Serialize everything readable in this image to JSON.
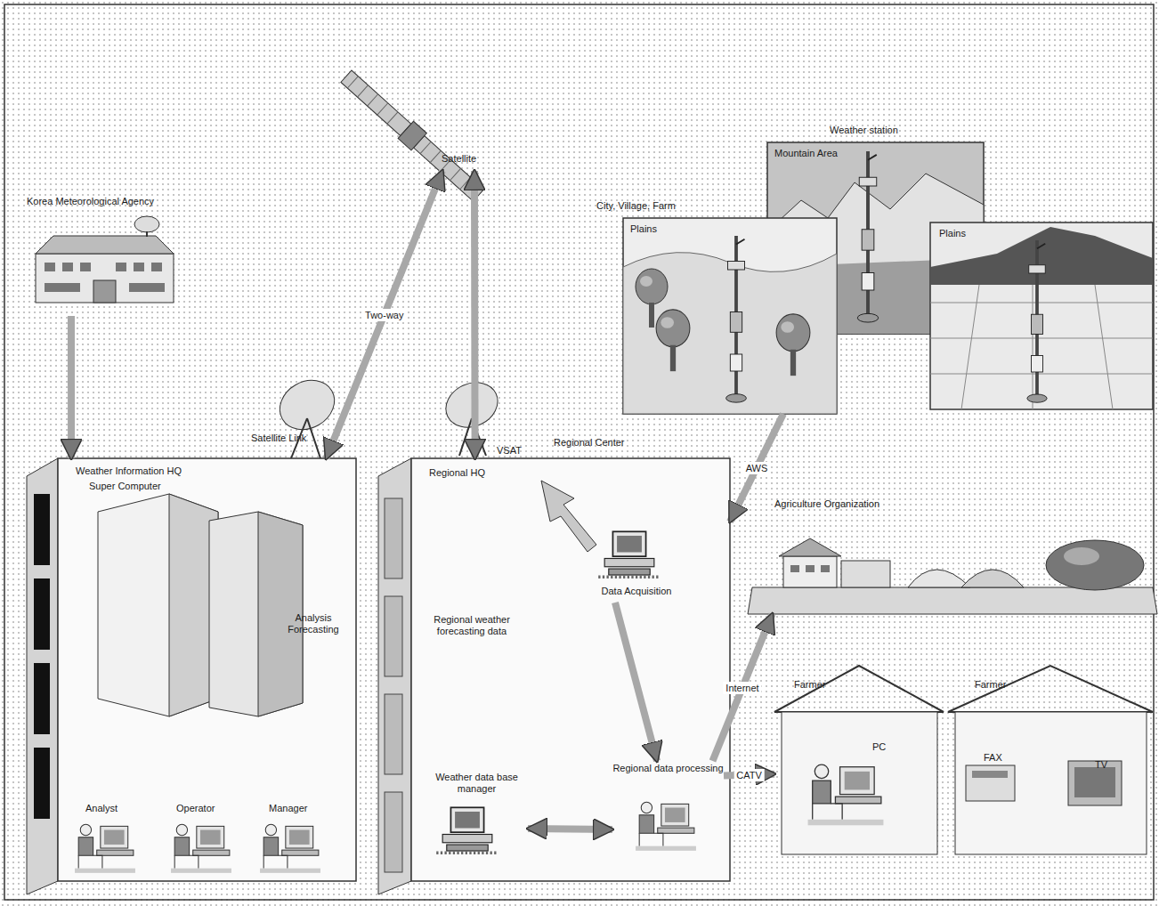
{
  "diagram": {
    "nodes": [
      {
        "text": [
          "Korea Meteorological Agency"
        ]
      },
      {
        "text": [
          "Satellite"
        ]
      },
      {
        "text": [
          "Weather Information HQ"
        ]
      },
      {
        "text": [
          "Regional Center",
          "Regional HQ"
        ]
      },
      {
        "text": [
          "Data Acquisition"
        ],
        "in": 3
      },
      {
        "text": [
          "Weather data base manager"
        ],
        "in": 3
      },
      {
        "text": [
          "Regional data processing"
        ],
        "in": 3
      },
      {
        "text": [
          "City, Village, Farm",
          "Plains"
        ]
      },
      {
        "text": [
          "Weather station",
          "Mountain Area"
        ]
      },
      {
        "text": [
          "Plains"
        ]
      },
      {
        "text": [
          "Agriculture Organization"
        ]
      },
      {
        "text": [
          "Farmer",
          "PC"
        ]
      },
      {
        "text": [
          "Farmer",
          "FAX",
          "TV"
        ]
      }
    ],
    "edges": [
      {
        "from": 0,
        "to": 2,
        "arrow": "to"
      },
      {
        "from": 2,
        "to": 1,
        "arrow": "both",
        "label": "Two-way"
      },
      {
        "from": 1,
        "to": 3,
        "arrow": "both"
      },
      {
        "from": 7,
        "to": 3,
        "arrow": "to",
        "label": "AWS"
      },
      {
        "from": 4,
        "to": 6,
        "arrow": "to"
      },
      {
        "from": 5,
        "to": 6,
        "arrow": "both"
      },
      {
        "from": 6,
        "to": 10,
        "arrow": "to",
        "label": "Internet"
      },
      {
        "from": 6,
        "to": 11,
        "arrow": "to",
        "label": "CATV"
      }
    ],
    "labels": [
      "Satellite Link",
      "VSAT",
      "Super Computer",
      "Analysis Forecasting",
      "Analyst",
      "Operator",
      "Manager",
      "Regional weather forecasting data"
    ]
  }
}
